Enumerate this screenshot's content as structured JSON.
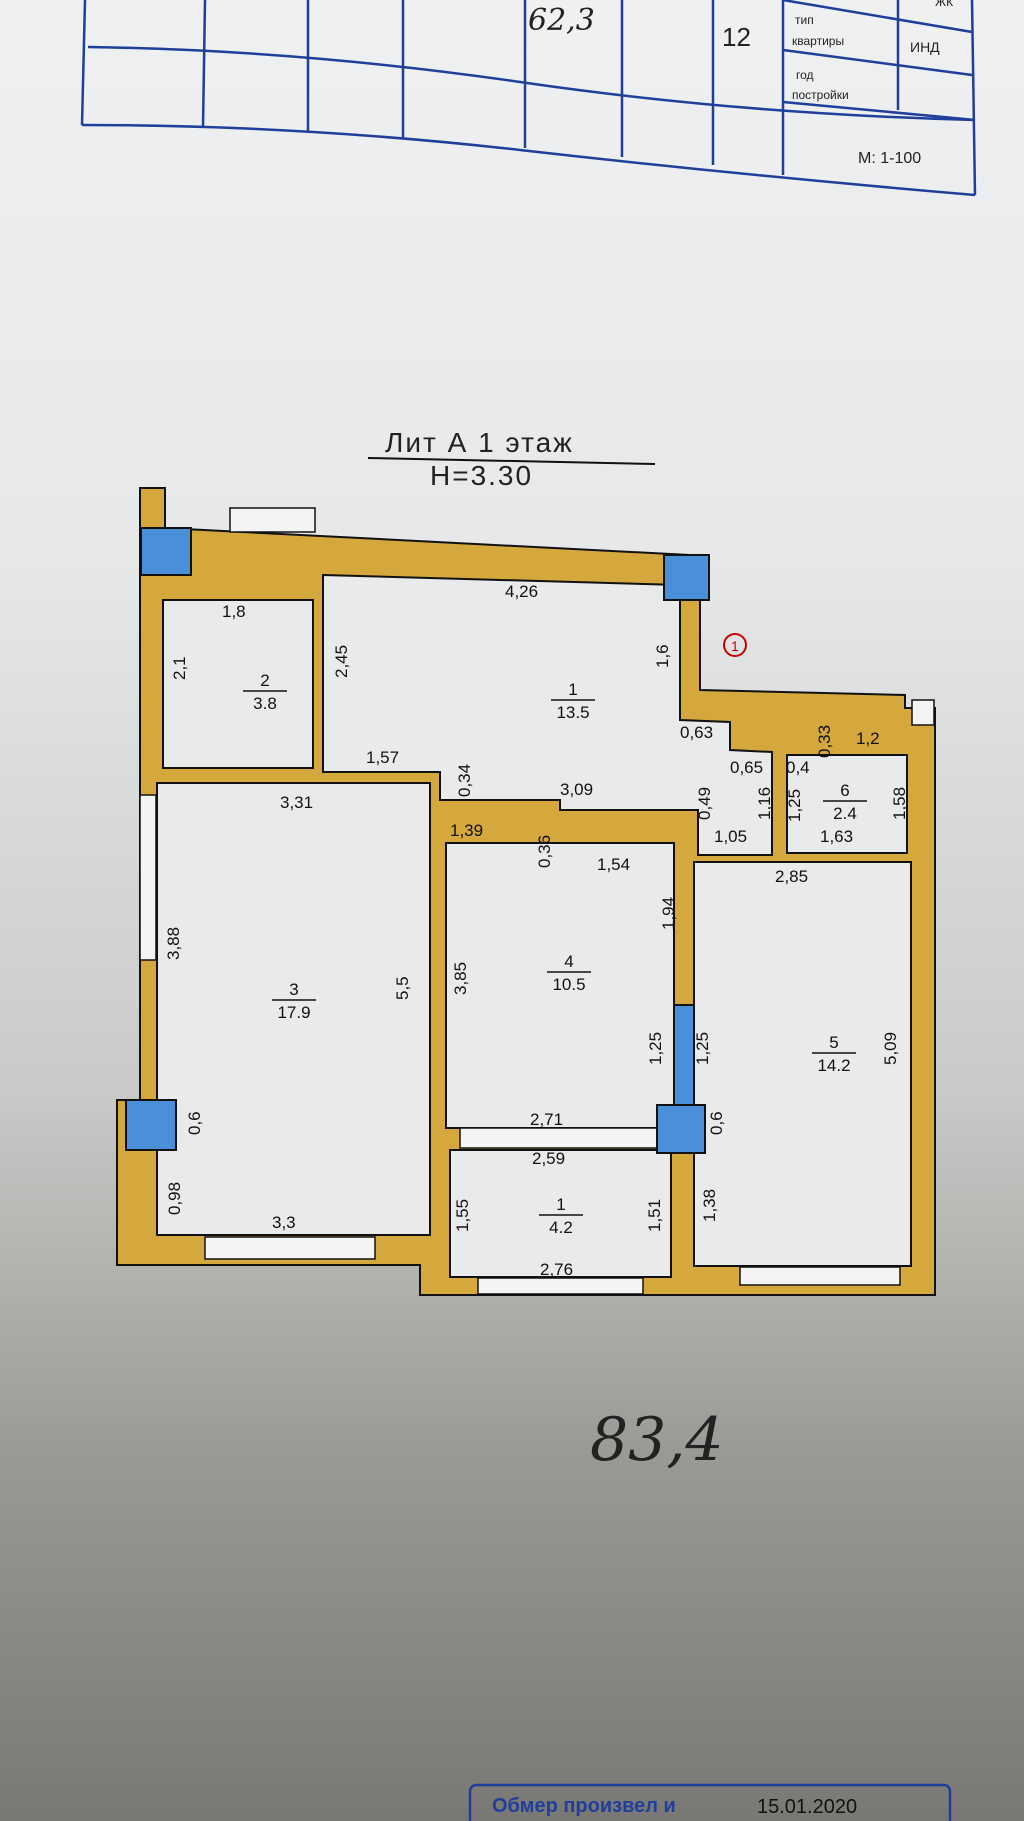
{
  "stamp_table": {
    "handwritten_area": "62,3",
    "apartment_number": "12",
    "type_label": "тип квартиры",
    "type_label_line1": "тип",
    "type_label_line2": "квартиры",
    "type_value": "ИНД",
    "corner_label": "ЖК",
    "year_label_line1": "год",
    "year_label_line2": "постройки",
    "scale": "М: 1-100"
  },
  "plan": {
    "title": "Лит А 1 этаж",
    "height": "Н=3.30",
    "colors": {
      "wall": "#d4a83c",
      "column": "#4a90d9",
      "room": "#e9eaec",
      "table_line": "#1f3f9a"
    },
    "rooms": [
      {
        "number": "1",
        "area": "13.5"
      },
      {
        "number": "2",
        "area": "3.8"
      },
      {
        "number": "3",
        "area": "17.9"
      },
      {
        "number": "4",
        "area": "10.5"
      },
      {
        "number": "5",
        "area": "14.2"
      },
      {
        "number": "6",
        "area": "2.4"
      },
      {
        "number": "1",
        "area": "4.2"
      }
    ],
    "dims": [
      "4,26",
      "1,8",
      "2,1",
      "2,45",
      "1,6",
      "0,63",
      "0,65",
      "0,4",
      "0,33",
      "1,2",
      "1,57",
      "0,34",
      "3,09",
      "3,31",
      "1,39",
      "0,36",
      "1,54",
      "0,49",
      "1,16",
      "1,25",
      "1,58",
      "1,05",
      "1,63",
      "2,85",
      "1,94",
      "3,88",
      "3,85",
      "5,5",
      "1,25",
      "1,25",
      "5,09",
      "0,6",
      "2,71",
      "0,6",
      "2,59",
      "0,98",
      "3,3",
      "1,55",
      "1,51",
      "1,38",
      "2,76"
    ],
    "entrance_mark": "1"
  },
  "handwritten_total": "83,4",
  "footer": {
    "measured_by": "Обмер произвел  и",
    "date": "15.01.2020"
  }
}
